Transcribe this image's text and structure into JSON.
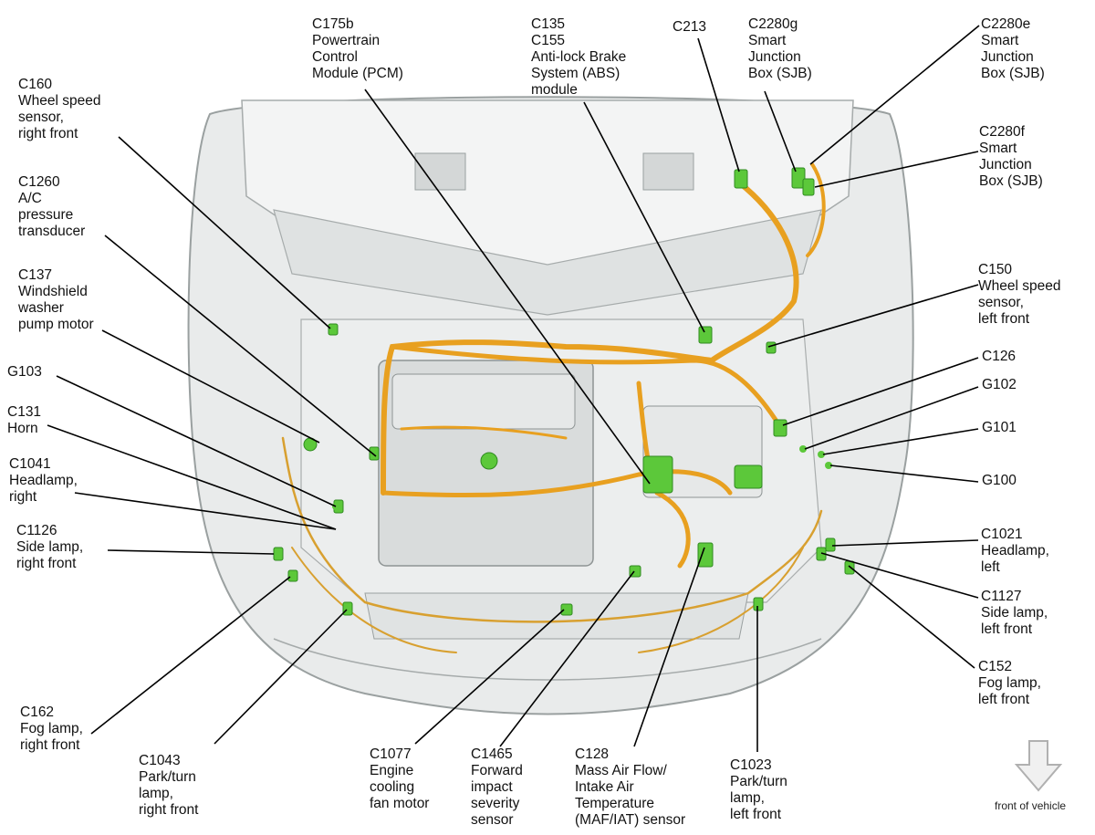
{
  "labels": {
    "c160": "C160\nWheel speed\nsensor,\nright front",
    "c1260": "C1260\nA/C\npressure\ntransducer",
    "c137": "C137\nWindshield\nwasher\npump motor",
    "g103": "G103",
    "c131": "C131\nHorn",
    "c1041": "C1041\nHeadlamp,\nright",
    "c1126": "C1126\nSide lamp,\nright front",
    "c162": "C162\nFog lamp,\nright front",
    "c1043": "C1043\nPark/turn\nlamp,\nright front",
    "c175b": "C175b\nPowertrain\nControl\nModule (PCM)",
    "c135": "C135\nC155\nAnti-lock Brake\nSystem (ABS)\nmodule",
    "c213": "C213",
    "c2280g": "C2280g\nSmart\nJunction\nBox (SJB)",
    "c2280e": "C2280e\nSmart\nJunction\nBox (SJB)",
    "c2280f": "C2280f\nSmart\nJunction\nBox (SJB)",
    "c150": "C150\nWheel speed\nsensor,\nleft front",
    "c126": "C126",
    "g102": "G102",
    "g101": "G101",
    "g100": "G100",
    "c1021": "C1021\nHeadlamp,\nleft",
    "c1127": "C1127\nSide lamp,\nleft front",
    "c152": "C152\nFog lamp,\nleft front",
    "c1077": "C1077\nEngine\ncooling\nfan motor",
    "c1465": "C1465\nForward\nimpact\nseverity\nsensor",
    "c128": "C128\nMass Air Flow/\nIntake Air\nTemperature\n(MAF/IAT) sensor",
    "c1023": "C1023\nPark/turn\nlamp,\nleft front"
  },
  "footer": {
    "direction_note": "front of vehicle"
  },
  "colors": {
    "harness": "#e8a020",
    "connector": "#5cc83a",
    "body": "#e9ebeb",
    "outline": "#9aa0a0"
  }
}
